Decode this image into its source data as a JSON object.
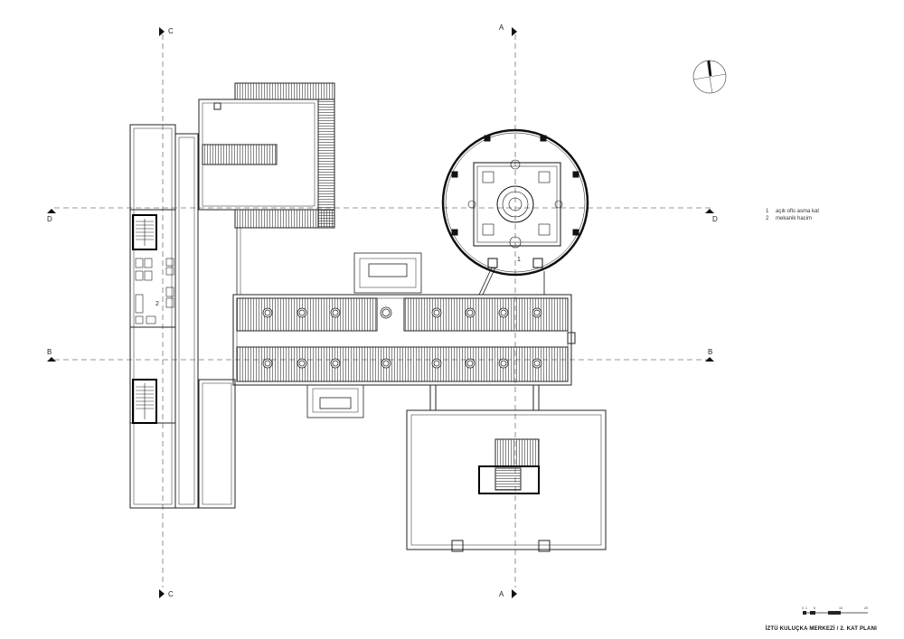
{
  "section_markers": {
    "a_top": "A",
    "a_bottom": "A",
    "b_left": "B",
    "b_right": "B",
    "c_top": "C",
    "c_bottom": "C",
    "d_left": "D",
    "d_right": "D"
  },
  "legend": [
    {
      "num": "1",
      "text": "açık ofis asma kat"
    },
    {
      "num": "2",
      "text": "mekanik hacim"
    }
  ],
  "room_numbers": {
    "tower": "1",
    "west_block": "2"
  },
  "scale_bar": {
    "ticks": [
      "0",
      "1",
      "5",
      "10",
      "20"
    ]
  },
  "drawing_title": "İZTÜ KULUÇKA MERKEZİ / 2. KAT PLANI"
}
